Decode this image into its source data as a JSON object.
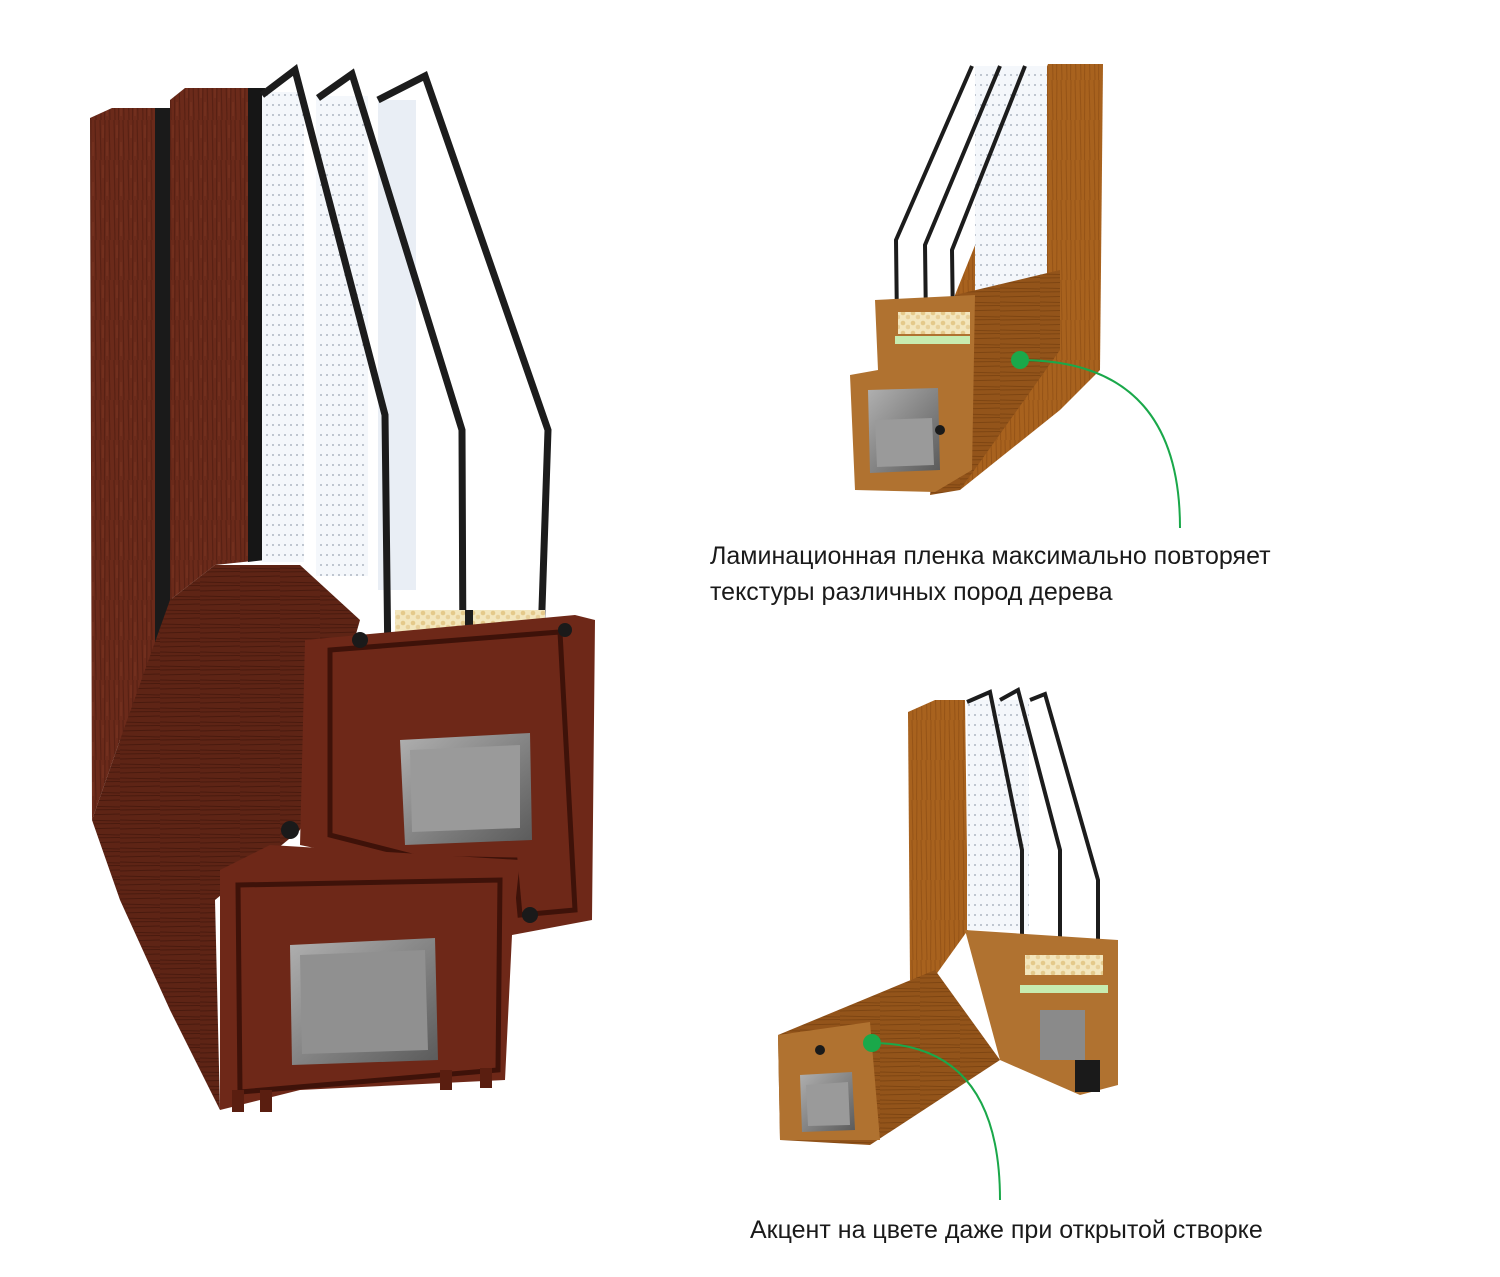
{
  "captions": {
    "lamination_line1": "Ламинационная пленка максимально повторяет",
    "lamination_line2": "текстуры различных пород дерева",
    "open_sash": "Акцент на цвете даже при открытой створке"
  },
  "colors": {
    "background": "#ffffff",
    "dark_wood": "#6b2a1a",
    "dark_wood_shade": "#4a1a0e",
    "light_wood": "#a8621e",
    "light_wood_shade": "#7a4210",
    "pvc_core_dark": "#7a3322",
    "pvc_core_light": "#b87434",
    "steel": "#8a8a8a",
    "glass": "#eef3f8",
    "gasket": "#1a1a1a",
    "spacer_green": "#b8e6a0",
    "desiccant": "#f0e0b0",
    "callout_green": "#1aa84a"
  },
  "illustrations": [
    {
      "name": "large-profile-dark-wood"
    },
    {
      "name": "small-profile-light-wood-closed"
    },
    {
      "name": "small-profile-light-wood-open"
    }
  ]
}
